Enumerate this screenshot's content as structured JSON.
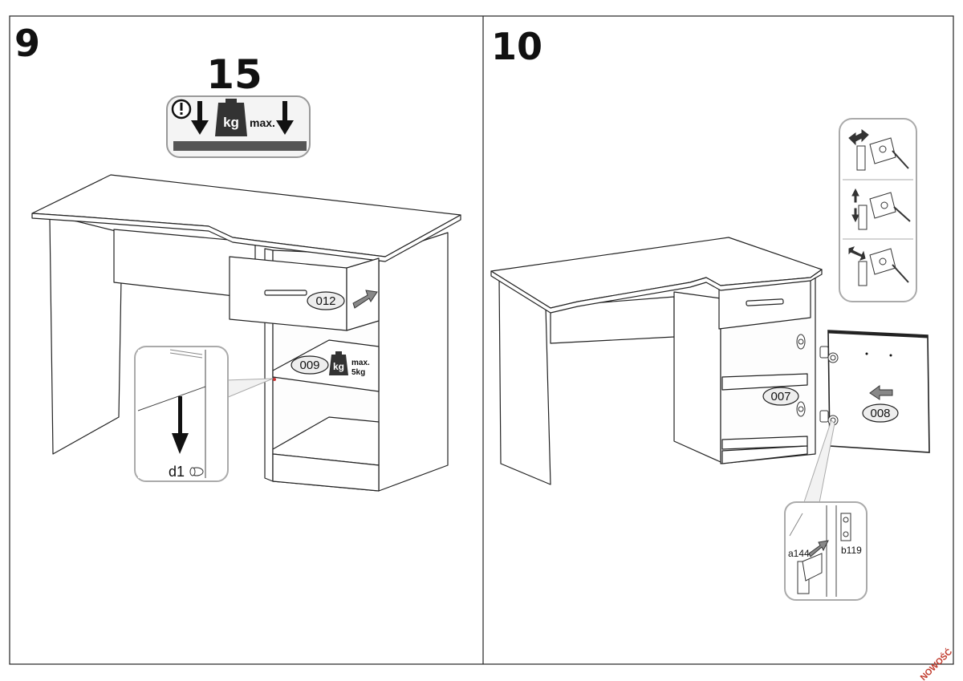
{
  "panels": [
    {
      "step": "9",
      "weight_limit": {
        "value": "15",
        "unit_badge": "kg",
        "max_label": "max."
      },
      "drawer_part": "012",
      "shelf_part": "009",
      "shelf_limit": {
        "unit_badge": "kg",
        "max_label": "max.",
        "value_label": "5kg"
      },
      "hardware_label": "d1"
    },
    {
      "step": "10",
      "door_part": "008",
      "shelf_part": "007",
      "hinge_labels": {
        "left": "a144",
        "right": "b119"
      }
    }
  ],
  "brand_mark": "NOWOŚĆ",
  "icons": [
    "warning-icon",
    "down-arrow-icon",
    "kg-weight-icon",
    "cam-lock-icon",
    "hinge-adjust-icon"
  ]
}
